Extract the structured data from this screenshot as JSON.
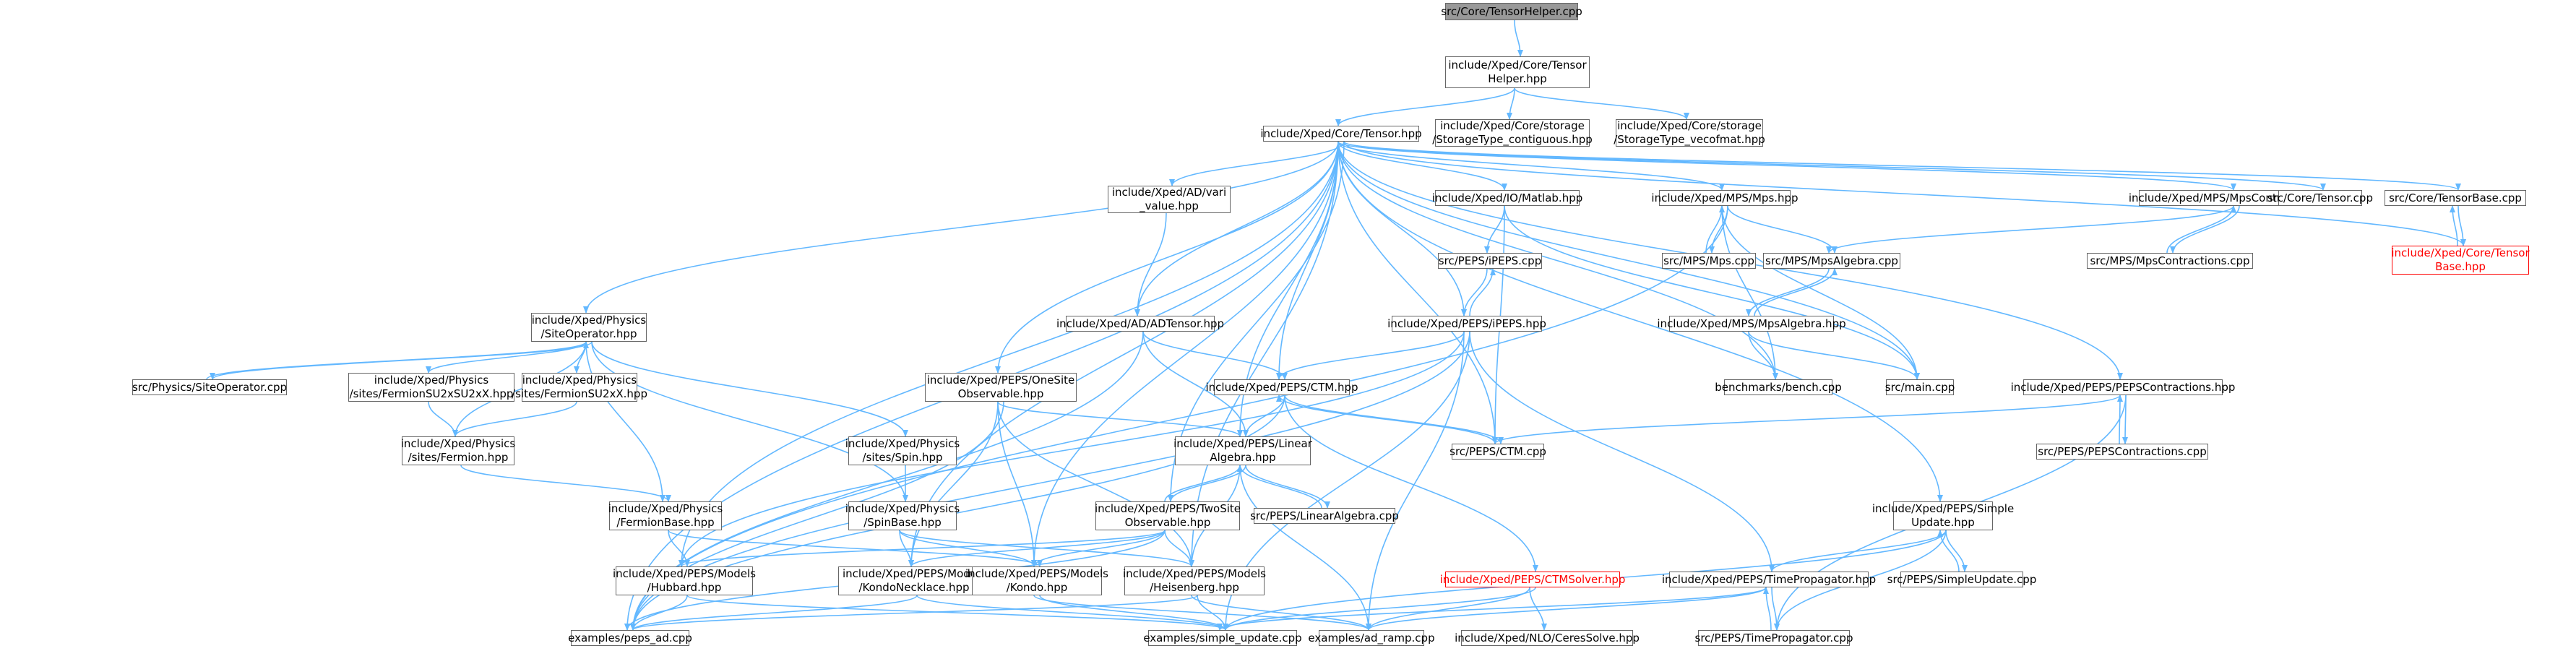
{
  "colors": {
    "edge": "#63b8ff",
    "node_border": "#666666",
    "root_fill": "#999999",
    "highlight": "#ff0000",
    "background": "#ffffff"
  },
  "nodes": [
    {
      "id": "root",
      "label": "src/Core/TensorHelper.cpp",
      "kind": "root"
    },
    {
      "id": "th",
      "label": "include/Xped/Core/Tensor\nHelper.hpp"
    },
    {
      "id": "tensor",
      "label": "include/Xped/Core/Tensor.hpp"
    },
    {
      "id": "st_contig",
      "label": "include/Xped/Core/storage\n/StorageType_contiguous.hpp"
    },
    {
      "id": "st_vecof",
      "label": "include/Xped/Core/storage\n/StorageType_vecofmat.hpp"
    },
    {
      "id": "vari",
      "label": "include/Xped/AD/vari\n_value.hpp"
    },
    {
      "id": "matlab",
      "label": "include/Xped/IO/Matlab.hpp"
    },
    {
      "id": "mps",
      "label": "include/Xped/MPS/Mps.hpp"
    },
    {
      "id": "mpscontr",
      "label": "include/Xped/MPS/MpsContractions.hpp"
    },
    {
      "id": "tensorcpp",
      "label": "src/Core/Tensor.cpp"
    },
    {
      "id": "tensorbase",
      "label": "src/Core/TensorBase.cpp"
    },
    {
      "id": "ipepscpp",
      "label": "src/PEPS/iPEPS.cpp"
    },
    {
      "id": "mpscpp",
      "label": "src/MPS/Mps.cpp"
    },
    {
      "id": "mpsalgcpp",
      "label": "src/MPS/MpsAlgebra.cpp"
    },
    {
      "id": "mpscontrcpp",
      "label": "src/MPS/MpsContractions.cpp"
    },
    {
      "id": "tensorbasehpp",
      "label": "include/Xped/Core/Tensor\nBase.hpp",
      "kind": "highlight"
    },
    {
      "id": "siteop",
      "label": "include/Xped/Physics\n/SiteOperator.hpp"
    },
    {
      "id": "adtensor",
      "label": "include/Xped/AD/ADTensor.hpp"
    },
    {
      "id": "ipeps",
      "label": "include/Xped/PEPS/iPEPS.hpp"
    },
    {
      "id": "mpsalg",
      "label": "include/Xped/MPS/MpsAlgebra.hpp"
    },
    {
      "id": "siteopcpp",
      "label": "src/Physics/SiteOperator.cpp"
    },
    {
      "id": "fsu2su2",
      "label": "include/Xped/Physics\n/sites/FermionSU2xSU2xX.hpp"
    },
    {
      "id": "fsu2",
      "label": "include/Xped/Physics\n/sites/FermionSU2xX.hpp"
    },
    {
      "id": "onesite",
      "label": "include/Xped/PEPS/OneSite\nObservable.hpp"
    },
    {
      "id": "ctm",
      "label": "include/Xped/PEPS/CTM.hpp"
    },
    {
      "id": "bench",
      "label": "benchmarks/bench.cpp"
    },
    {
      "id": "main",
      "label": "src/main.cpp"
    },
    {
      "id": "pepscontr",
      "label": "include/Xped/PEPS/PEPSContractions.hpp"
    },
    {
      "id": "fermion",
      "label": "include/Xped/Physics\n/sites/Fermion.hpp"
    },
    {
      "id": "spin",
      "label": "include/Xped/Physics\n/sites/Spin.hpp"
    },
    {
      "id": "linalg",
      "label": "include/Xped/PEPS/Linear\nAlgebra.hpp"
    },
    {
      "id": "ctmcpp",
      "label": "src/PEPS/CTM.cpp"
    },
    {
      "id": "pepscontrcpp",
      "label": "src/PEPS/PEPSContractions.cpp"
    },
    {
      "id": "fermionbase",
      "label": "include/Xped/Physics\n/FermionBase.hpp"
    },
    {
      "id": "spinbase",
      "label": "include/Xped/Physics\n/SpinBase.hpp"
    },
    {
      "id": "linalgcpp",
      "label": "src/PEPS/LinearAlgebra.cpp"
    },
    {
      "id": "twosite",
      "label": "include/Xped/PEPS/TwoSite\nObservable.hpp"
    },
    {
      "id": "simpleupd",
      "label": "include/Xped/PEPS/Simple\nUpdate.hpp"
    },
    {
      "id": "simpleupdcpp",
      "label": "src/PEPS/SimpleUpdate.cpp"
    },
    {
      "id": "hubbard",
      "label": "include/Xped/PEPS/Models\n/Hubbard.hpp"
    },
    {
      "id": "kondoneck",
      "label": "include/Xped/PEPS/Models\n/KondoNecklace.hpp"
    },
    {
      "id": "kondo",
      "label": "include/Xped/PEPS/Models\n/Kondo.hpp"
    },
    {
      "id": "heisenberg",
      "label": "include/Xped/PEPS/Models\n/Heisenberg.hpp"
    },
    {
      "id": "ctmsolver",
      "label": "include/Xped/PEPS/CTMSolver.hpp",
      "kind": "highlight"
    },
    {
      "id": "timeprop",
      "label": "include/Xped/PEPS/TimePropagator.hpp"
    },
    {
      "id": "pepsad",
      "label": "examples/peps_ad.cpp"
    },
    {
      "id": "simpleupdex",
      "label": "examples/simple_update.cpp"
    },
    {
      "id": "adramp",
      "label": "examples/ad_ramp.cpp"
    },
    {
      "id": "ceres",
      "label": "include/Xped/NLO/CeresSolve.hpp"
    },
    {
      "id": "timepropcpp",
      "label": "src/PEPS/TimePropagator.cpp"
    }
  ]
}
